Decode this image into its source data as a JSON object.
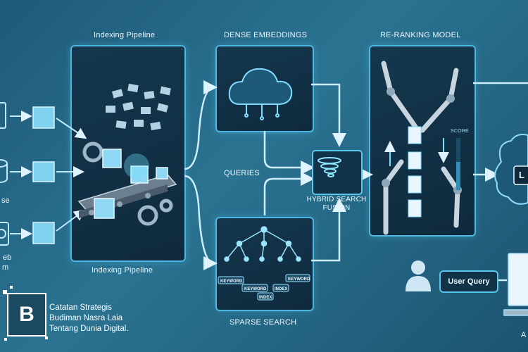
{
  "labels": {
    "indexing_top": "Indexing Pipeline",
    "indexing_bottom": "Indexing Pipeline",
    "dense": "DENSE EMBEDDINGS",
    "reranking": "RE-RANKING MODEL",
    "queries": "QUERIES",
    "hybrid_line1": "HYBRID SEARCH",
    "hybrid_line2": "FUSION",
    "sparse": "SPARSE SEARCH",
    "user_query": "User Query",
    "score": "SCORE",
    "llm_partial": "L",
    "bottom_right_partial": "A"
  },
  "tree_tags": [
    "KEYWORD",
    "KEYWORD",
    "INDEX",
    "KEYWORD",
    "INDEX"
  ],
  "left_partials": [
    "se",
    "eb",
    "m"
  ],
  "brand": {
    "line1": "Catatan Strategis",
    "line2": "Budiman Nasra Laia",
    "line3": "Tentang Dunia Digital.",
    "logo_letter": "B"
  },
  "colors": {
    "accent": "#4fb6e0",
    "panel": "#12324a",
    "text": "#eaf7ff"
  }
}
